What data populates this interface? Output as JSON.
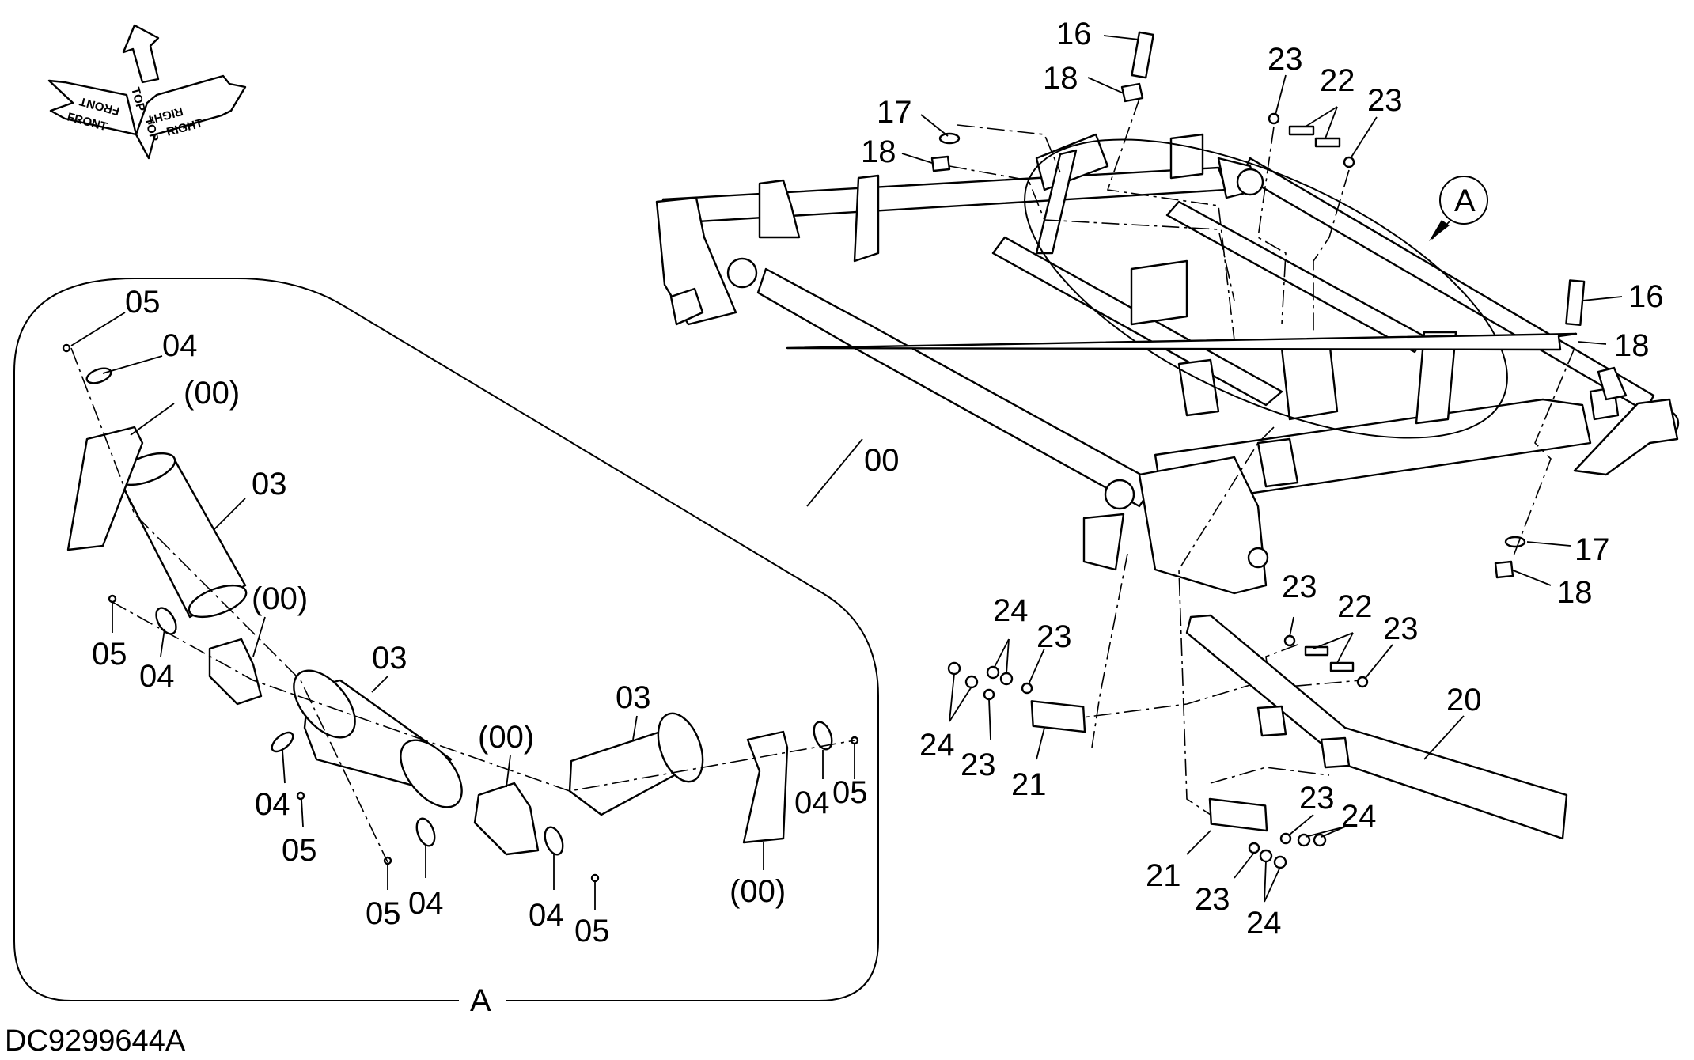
{
  "diagram": {
    "drawing_number": "DC9299644A",
    "detail_label": "A",
    "detail_marker": "A",
    "orientation": {
      "front": "FRONT",
      "top": "TOP",
      "right": "RIGHT"
    },
    "callouts": {
      "c16a": "16",
      "c18a": "18",
      "c17a": "17",
      "c18b": "18",
      "c23a": "23",
      "c22a": "22",
      "c23b": "23",
      "c16b": "16",
      "c18c": "18",
      "c00main": "00",
      "c17b": "17",
      "c18d": "18",
      "c23c": "23",
      "c22b": "22",
      "c23d": "23",
      "c24a": "24",
      "c23e": "23",
      "c24b": "24",
      "c23f": "23",
      "c21a": "21",
      "c20": "20",
      "c23g": "23",
      "c24c": "24",
      "c21b": "21",
      "c23h": "23",
      "c24d": "24",
      "d05a": "05",
      "d04a": "04",
      "d00a": "(00)",
      "d03a": "03",
      "d00b": "(00)",
      "d05b": "05",
      "d04b": "04",
      "d03b": "03",
      "d03c": "03",
      "d00c": "(00)",
      "d04c": "04",
      "d05c": "05",
      "d04d": "04",
      "d05d": "05",
      "d05e": "05",
      "d04e": "04",
      "d04f": "04",
      "d05f": "05",
      "d00d": "(00)"
    }
  }
}
